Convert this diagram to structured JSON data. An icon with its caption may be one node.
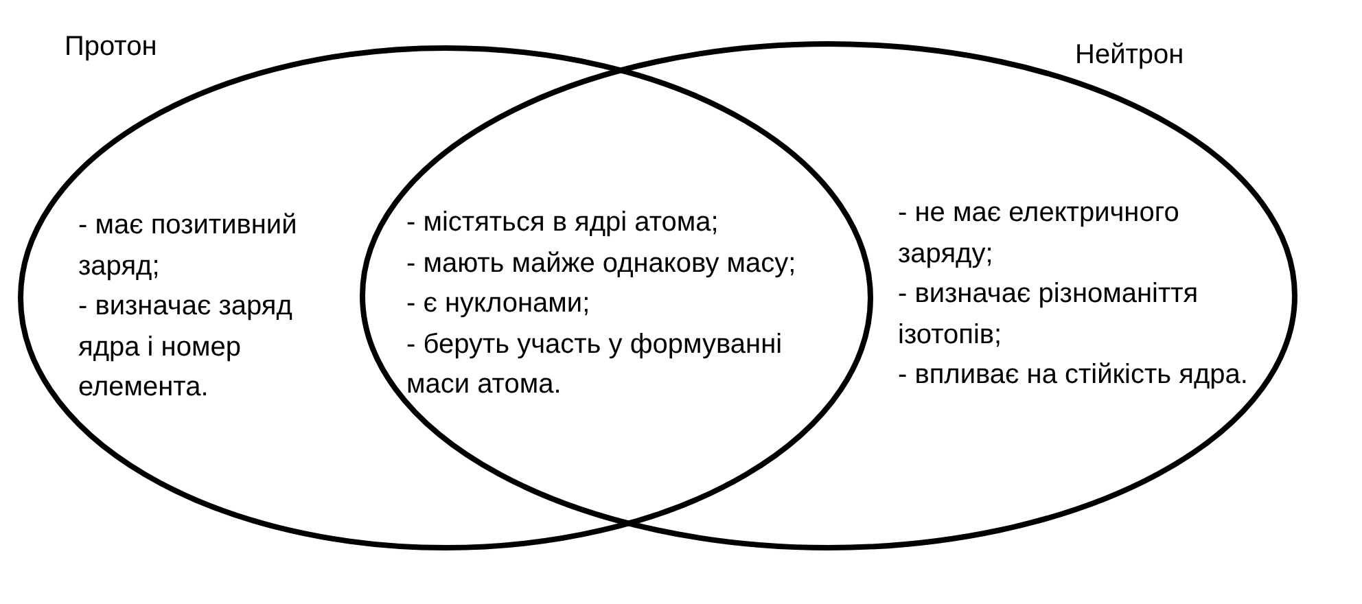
{
  "diagram": {
    "nodes": [
      {
        "text": [
          "Протон",
          "- має позитивний заряд;",
          "- визначає заряд ядра і номер елемента."
        ]
      },
      {
        "text": [
          "Нейтрон",
          "- не має електричного заряду;",
          "- визначає різноманіття ізотопів;",
          "- впливає на стійкість ядра."
        ]
      }
    ],
    "labels": [
      "- містяться в ядрі атома;",
      "- мають майже однакову масу;",
      "- є нуклонами;",
      "- беруть участь у формуванні маси атома."
    ]
  }
}
